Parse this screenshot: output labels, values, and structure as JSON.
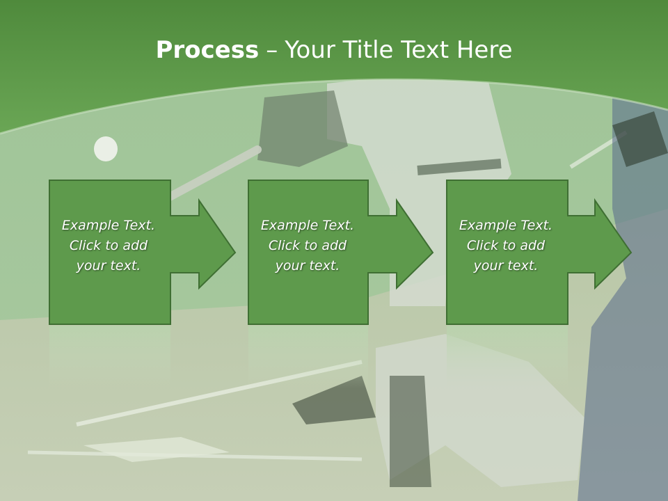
{
  "title": {
    "bold": "Process",
    "separator": "–",
    "rest": "Your Title Text Here"
  },
  "steps": [
    {
      "lines": [
        "Example Text.",
        "Click  to add",
        "your text."
      ]
    },
    {
      "lines": [
        "Example Text.",
        "Click  to add",
        "your text."
      ]
    },
    {
      "lines": [
        "Example Text.",
        "Click  to add",
        "your text."
      ]
    }
  ],
  "colors": {
    "header_green": "#5f9b49",
    "box_fill": "#5e9a4c",
    "box_border": "#3f6f33"
  }
}
